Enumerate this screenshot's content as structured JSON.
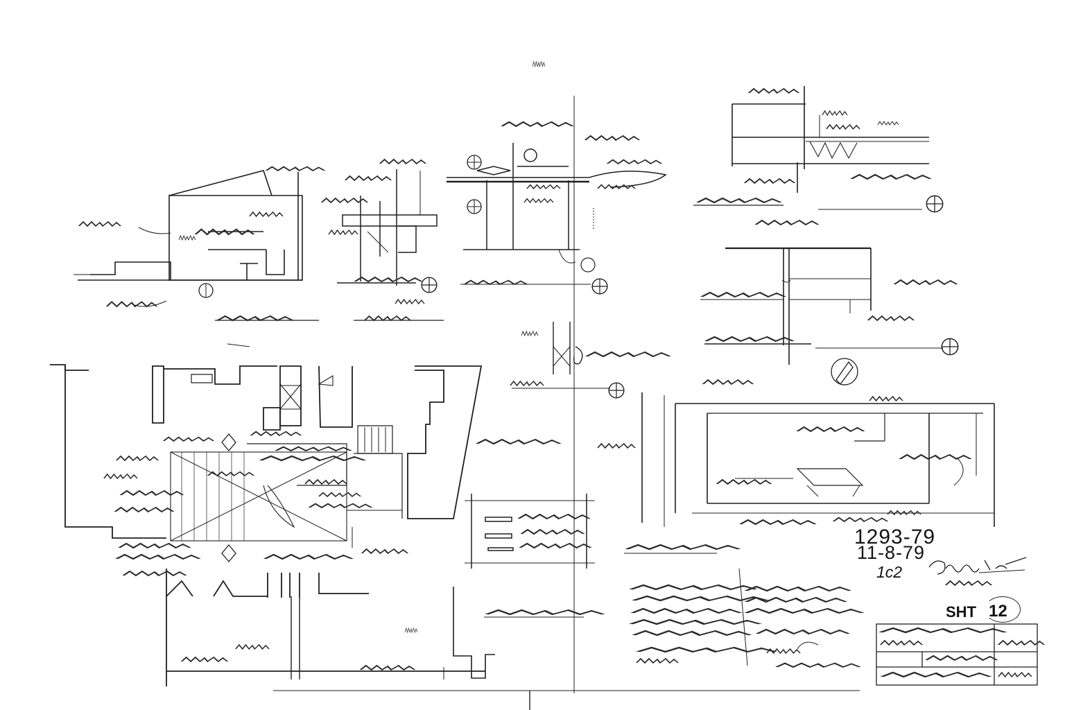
{
  "sheet": {
    "background": "#ffffff",
    "ink_color": "#1e1e1e",
    "style": "pencil architectural sketch sheet"
  },
  "stamp": {
    "project_number": "1293-79",
    "date": "11-8-79",
    "page": "1c2",
    "sheet_label": "SHT",
    "sheet_number": "12"
  },
  "drawings": [
    {
      "name": "section-detail-left",
      "kind": "section detail"
    },
    {
      "name": "section-detail-center",
      "kind": "section detail"
    },
    {
      "name": "section-detail-top-right",
      "kind": "section detail"
    },
    {
      "name": "section-detail-right",
      "kind": "section detail"
    },
    {
      "name": "floor-plan",
      "kind": "floor plan"
    },
    {
      "name": "room-elevation",
      "kind": "interior elevation"
    },
    {
      "name": "wall-detail",
      "kind": "small detail"
    },
    {
      "name": "general-notes",
      "kind": "notes block"
    },
    {
      "name": "title-block",
      "kind": "title block"
    }
  ],
  "icons": {
    "section_marker": "circle-cross-icon",
    "north_arrow": "north-arrow-icon",
    "signature": "signature-scribble"
  }
}
